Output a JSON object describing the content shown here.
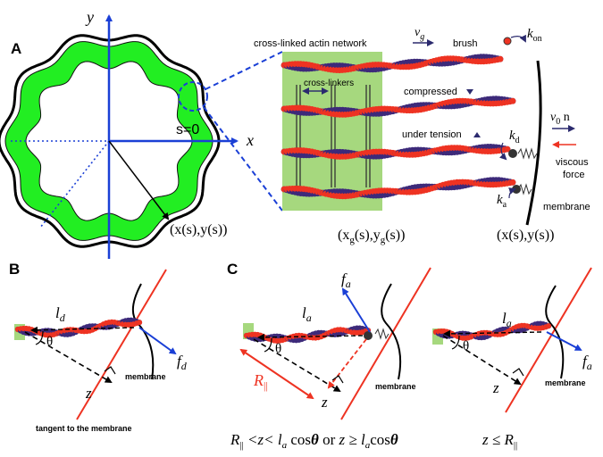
{
  "panels": {
    "a": "A",
    "b": "B",
    "c": "C"
  },
  "panel_a": {
    "x_axis": "x",
    "y_axis": "y",
    "s_origin": "s=0",
    "boundary_point": "(x(s),y(s))"
  },
  "panel_zoom": {
    "network_label": "cross-linked actin network",
    "crosslinkers_label": "cross-linkers",
    "vg_label": "v",
    "vg_sub": "g",
    "brush_label": "brush",
    "kon_label": "k",
    "kon_sub": "on",
    "compressed_label": "compressed",
    "tension_label": "under tension",
    "kd_label": "k",
    "kd_sub": "d",
    "ka_label": "k",
    "ka_sub": "a",
    "v0n_label": "v",
    "v0n_sub": "0",
    "v0n_suffix": " n",
    "viscous_line1": "viscous",
    "viscous_line2": "force",
    "membrane_label": "membrane",
    "gel_point": "(x",
    "gel_point_sub": "g",
    "gel_point_mid": "(s),y",
    "gel_point_end": "(s))",
    "membrane_point": "(x(s),y(s))"
  },
  "panel_b": {
    "l_label": "l",
    "l_sub": "d",
    "theta": "θ",
    "f_label": "f",
    "f_sub": "d",
    "z_label": "z",
    "membrane_label": "membrane",
    "tangent_label": "tangent to the membrane"
  },
  "panel_c1": {
    "l_label": "l",
    "l_sub": "a",
    "f_label": "f",
    "f_sub": "a",
    "theta": "θ",
    "r_label": "R",
    "r_sub": "||",
    "z_label": "z",
    "membrane_label": "membrane"
  },
  "panel_c2": {
    "l_label": "l",
    "l_sub": "a",
    "f_label": "f",
    "f_sub": "a",
    "theta": "θ",
    "z_label": "z",
    "membrane_label": "membrane"
  },
  "conditions": {
    "c1_parts": [
      "R",
      "||",
      " <z< ",
      "l",
      "a",
      " cos",
      "θ",
      "  or  ",
      "z ≥ ",
      "l",
      "a",
      "cos",
      "θ"
    ],
    "c2_parts": [
      "z ≤ ",
      "R",
      "||"
    ]
  },
  "colors": {
    "gel_green": "#22ee22",
    "zoom_green": "#a6d87e",
    "axis_blue": "#1a3fd6",
    "red": "#ee3322",
    "purple": "#3d2a7a",
    "black": "#000000"
  }
}
